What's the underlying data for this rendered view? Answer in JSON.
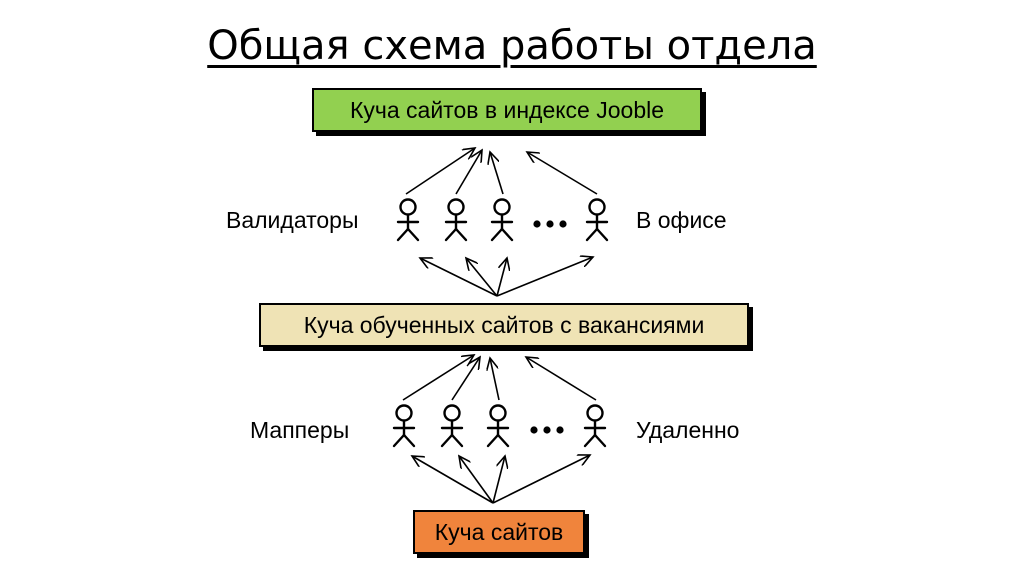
{
  "title": "Общая схема работы отдела",
  "boxes": {
    "top": {
      "label": "Куча сайтов в индексе Jooble",
      "color": "#92d050"
    },
    "middle": {
      "label": "Куча обученных сайтов с вакансиями",
      "color": "#efe3b5"
    },
    "bottom": {
      "label": "Куча сайтов",
      "color": "#f0843c"
    }
  },
  "groups": {
    "validators": {
      "label": "Валидаторы",
      "location": "В офисе"
    },
    "mappers": {
      "label": "Мапперы",
      "location": "Удаленно"
    }
  },
  "ellipsis": "•••",
  "colors": {
    "stroke": "#000000",
    "background": "#ffffff"
  }
}
